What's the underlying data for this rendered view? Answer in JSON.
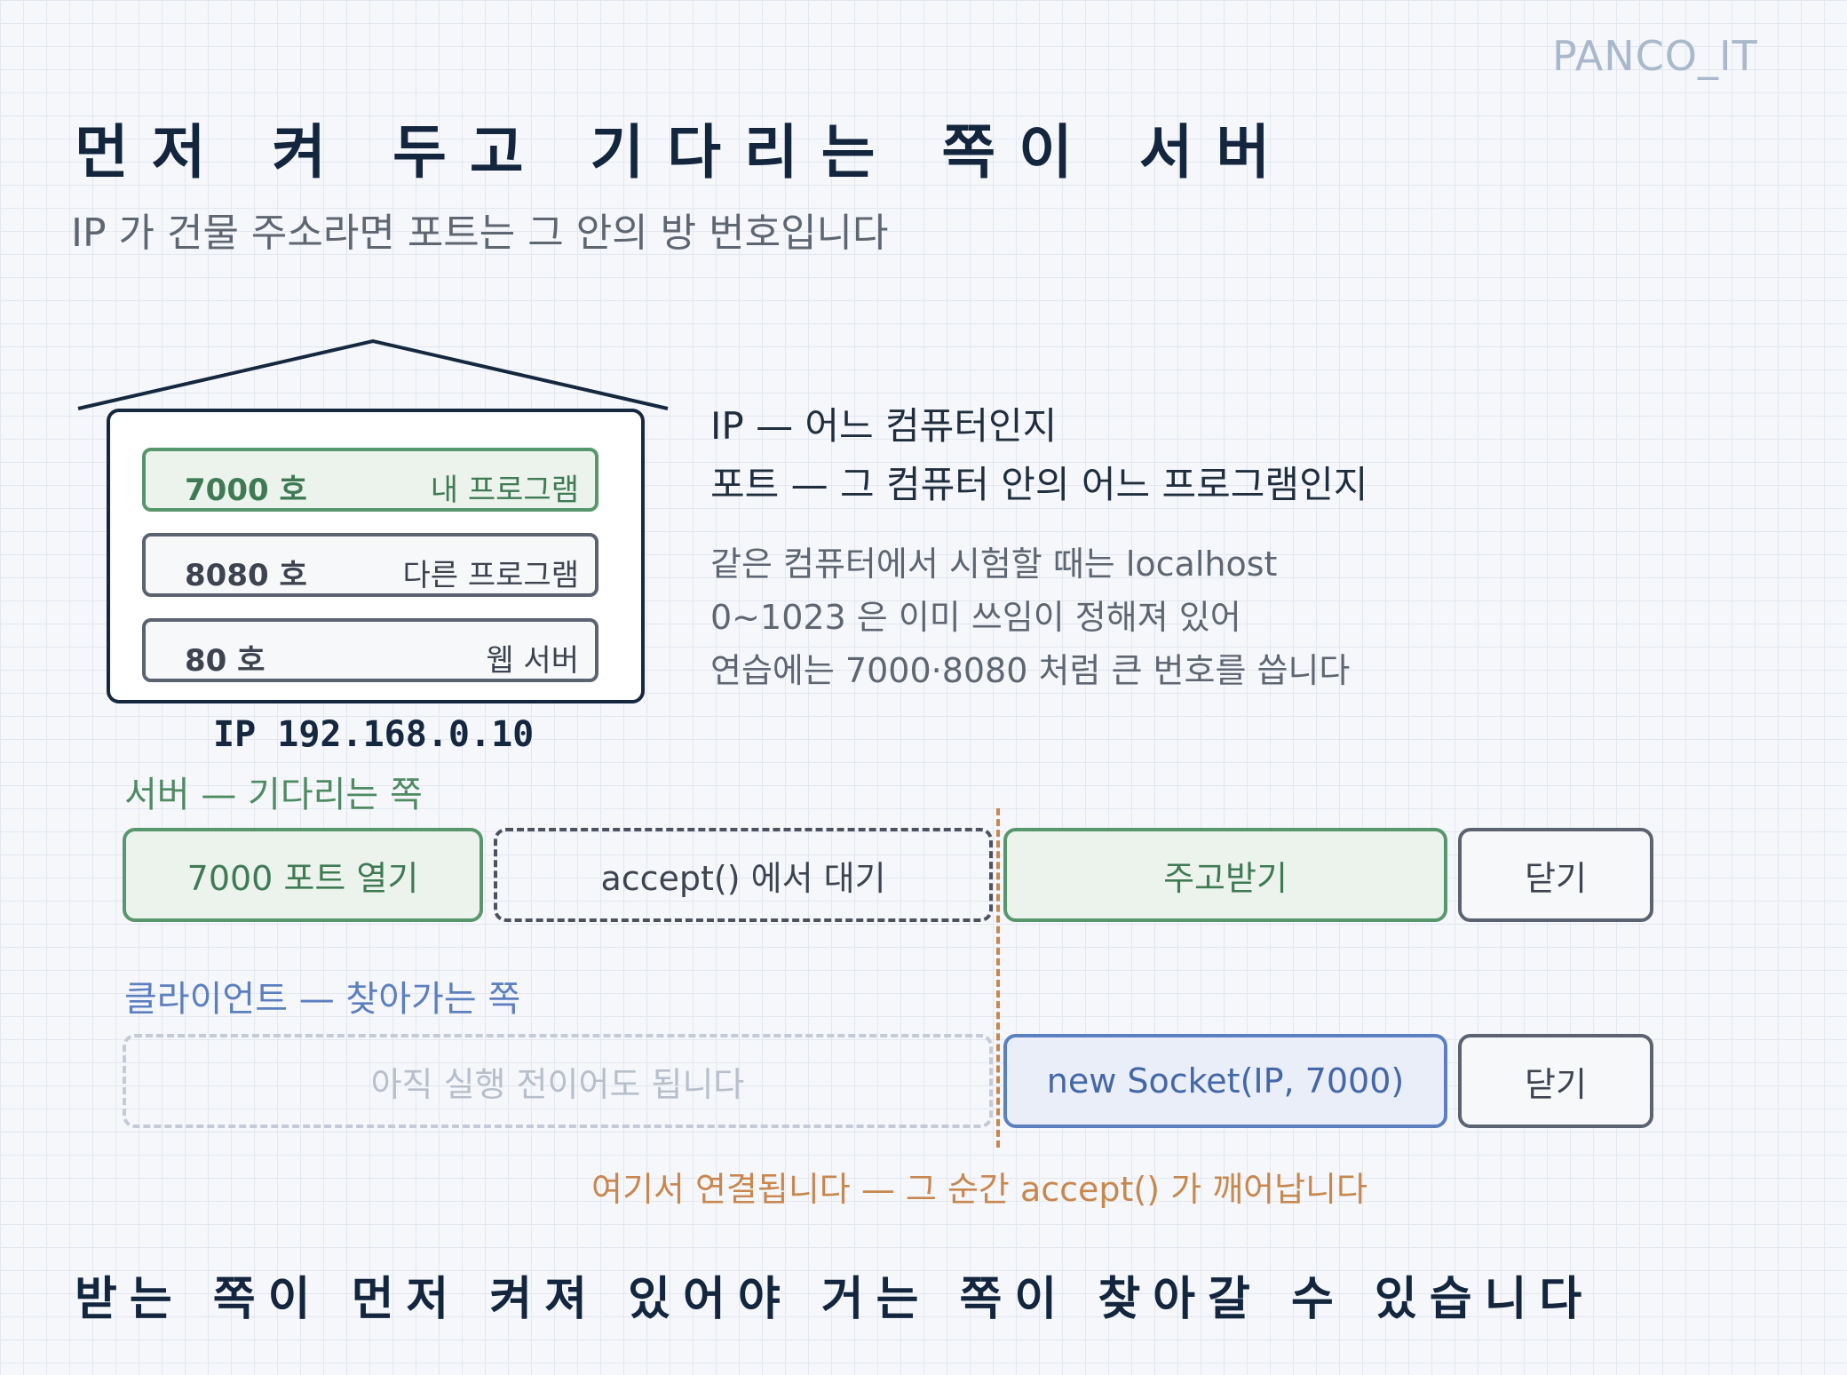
{
  "brand": "PANCO_IT",
  "title": "먼저 켜 두고 기다리는 쪽이 서버",
  "subtitle": "IP 가 건물 주소라면 포트는 그 안의 방 번호입니다",
  "building": {
    "rooms": [
      {
        "number": "7000 호",
        "program": "내 프로그램",
        "highlight": true
      },
      {
        "number": "8080 호",
        "program": "다른 프로그램",
        "highlight": false
      },
      {
        "number": "80 호",
        "program": "웹 서버",
        "highlight": false
      }
    ],
    "ip_label": "IP 192.168.0.10"
  },
  "explanation": {
    "ip_line": "IP — 어느 컴퓨터인지",
    "port_line": "포트 — 그 컴퓨터 안의 어느 프로그램인지",
    "notes": [
      "같은 컴퓨터에서 시험할 때는 localhost",
      "0~1023 은 이미 쓰임이 정해져 있어",
      "연습에는 7000·8080 처럼 큰 번호를 씁니다"
    ]
  },
  "server_lane": {
    "label": "서버 — 기다리는 쪽",
    "steps": [
      "7000 포트 열기",
      "accept() 에서 대기",
      "주고받기",
      "닫기"
    ]
  },
  "client_lane": {
    "label": "클라이언트 — 찾아가는 쪽",
    "steps": [
      "아직 실행 전이어도 됩니다",
      "new Socket(IP, 7000)",
      "닫기"
    ]
  },
  "connect_note": "여기서 연결됩니다 — 그 순간 accept() 가 깨어납니다",
  "footer": "받는 쪽이 먼저 켜져 있어야 거는 쪽이 찾아갈 수 있습니다",
  "colors": {
    "server_green": "#58976d",
    "client_blue": "#5c7fc0",
    "connect_orange": "#c8874f",
    "navy": "#15283f"
  }
}
